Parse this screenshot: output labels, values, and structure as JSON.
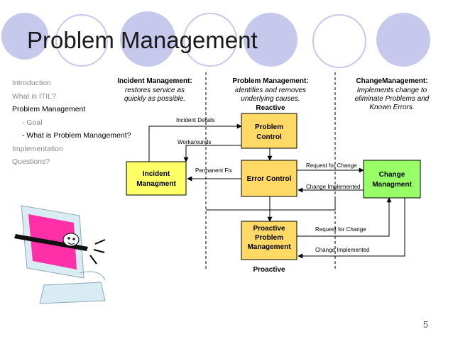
{
  "slide": {
    "title": "Problem Management",
    "page_number": "5"
  },
  "nav": {
    "items": [
      {
        "label": "Introduction",
        "active": false,
        "sub": false
      },
      {
        "label": "What is ITIL?",
        "active": false,
        "sub": false
      },
      {
        "label": "Problem Management",
        "active": true,
        "sub": false
      },
      {
        "label": "- Goal",
        "active": false,
        "sub": true
      },
      {
        "label": "- What is Problem Management?",
        "active": true,
        "sub": true
      },
      {
        "label": "Implementation",
        "active": false,
        "sub": false
      },
      {
        "label": "Questions?",
        "active": false,
        "sub": false
      }
    ]
  },
  "diagram": {
    "headers": {
      "incident": {
        "title": "Incident Management:",
        "line1": "restores service as",
        "line2": "quickly as possible."
      },
      "problem": {
        "title": "Problem Management:",
        "line1": "identifies and removes",
        "line2": "underlying causes."
      },
      "change": {
        "title": "ChangeManagement:",
        "line1": "Implements change to",
        "line2": "eliminate Problems and",
        "line3": "Known Errors."
      }
    },
    "reactive_label": "Reactive",
    "proactive_label": "Proactive",
    "boxes": {
      "problem_control": {
        "line1": "Problem",
        "line2": "Control"
      },
      "incident_management": {
        "line1": "Incident",
        "line2": "Managment"
      },
      "error_control": {
        "line1": "Error Control"
      },
      "change_management": {
        "line1": "Change",
        "line2": "Managment"
      },
      "proactive_pm": {
        "line1": "Proactive",
        "line2": "Problem",
        "line3": "Management"
      }
    },
    "arrows": {
      "incident_details": "Incident Details",
      "workarounds": "Workarounds",
      "permanent_fix": "Permanent Fix",
      "request_for_change_1": "Request for Change",
      "change_implemented_1": "Change Implemented",
      "request_for_change_2": "Request for Change",
      "change_implemented_2": "Change Implemented"
    }
  },
  "colors": {
    "box_orange": "#ffd966",
    "box_yellow": "#ffff66",
    "box_green": "#99ff66",
    "circle": "#c7c9ec"
  }
}
